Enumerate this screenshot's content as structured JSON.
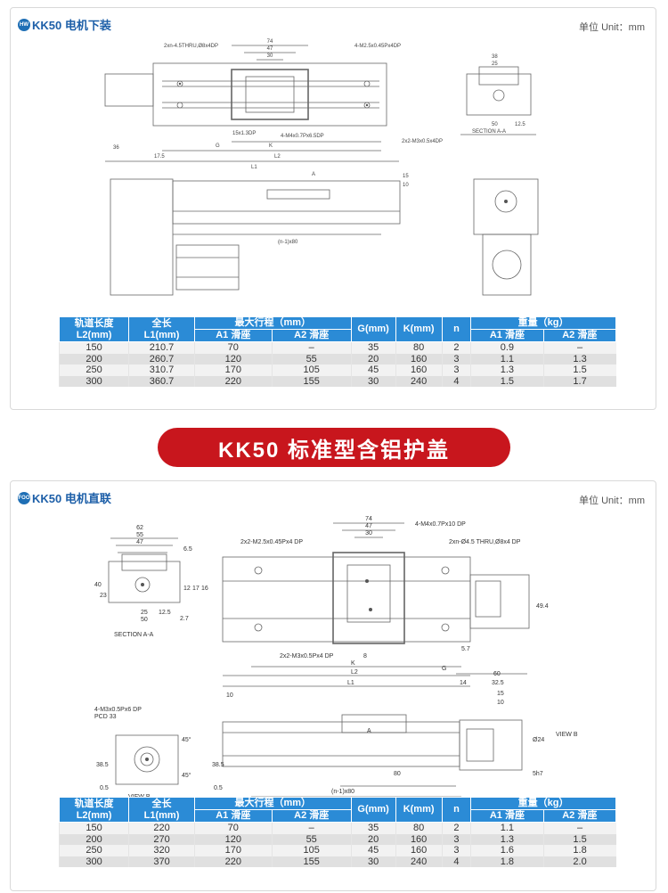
{
  "top": {
    "badge": "HW",
    "title": "KK50 电机下装",
    "unit": "单位 Unit：mm",
    "labels": {
      "d74": "74",
      "d47": "47",
      "d30": "30",
      "hole1": "2xn-4.5THRU,Ø8x4DP",
      "hole2": "4-M2.5x0.45Px4DP",
      "hole3": "15x1.3DP",
      "hole4": "4-M4x0.7Px6.5DP",
      "hole5": "2x2-M3x0.5x4DP",
      "d36": "36",
      "d17_5": "17.5",
      "g": "G",
      "k": "K",
      "l2": "L2",
      "l1": "L1",
      "sec": "SECTION A-A",
      "s38": "38",
      "s25": "25",
      "s50": "50",
      "s12_5": "12.5",
      "a": "A",
      "n1x80": "(n-1)x80",
      "d15": "15",
      "d10": "10"
    },
    "table": {
      "headers": [
        "轨道长度\nL2(mm)",
        "全长\nL1(mm)",
        "最大行程（mm）",
        "G(mm)",
        "K(mm)",
        "n",
        "重量（kg）"
      ],
      "sub": [
        "A1 滑座",
        "A2 滑座",
        "A1 滑座",
        "A2 滑座"
      ],
      "rows": [
        [
          "150",
          "210.7",
          "70",
          "–",
          "35",
          "80",
          "2",
          "0.9",
          "–"
        ],
        [
          "200",
          "260.7",
          "120",
          "55",
          "20",
          "160",
          "3",
          "1.1",
          "1.3"
        ],
        [
          "250",
          "310.7",
          "170",
          "105",
          "45",
          "160",
          "3",
          "1.3",
          "1.5"
        ],
        [
          "300",
          "360.7",
          "220",
          "155",
          "30",
          "240",
          "4",
          "1.5",
          "1.7"
        ]
      ]
    }
  },
  "banner": "KK50 标准型含铝护盖",
  "bottom": {
    "badge": "FOO",
    "title": "KK50 电机直联",
    "unit": "单位 Unit：mm",
    "labels": {
      "s62": "62",
      "s55": "55",
      "s47": "47",
      "s6_5": "6.5",
      "s40": "40",
      "s23": "23",
      "s12": "12",
      "s17": "17",
      "s16": "16",
      "s25": "25",
      "s12_5": "12.5",
      "s2_7": "2.7",
      "s50": "50",
      "sec": "SECTION A-A",
      "d74": "74",
      "d47": "47",
      "d30": "30",
      "m4": "4-M4x0.7Px10 DP",
      "m25": "2x2-M2.5x0.45Px4 DP",
      "hole": "2xn-Ø4.5 THRU,Ø8x4 DP",
      "m3": "2x2-M3x0.5Px4 DP",
      "d8": "8",
      "d5_7": "5.7",
      "d49_4": "49.4",
      "k": "K",
      "g": "G",
      "l2": "L2",
      "l1": "L1",
      "pcd1": "4-M3x0.5Px6 DP",
      "pcd2": "PCD 33",
      "d38_5a": "38.5",
      "d38_5b": "38.5",
      "d0_5a": "0.5",
      "d0_5b": "0.5",
      "d45a": "45°",
      "d45b": "45°",
      "viewb": "VIEW B",
      "viewb2": "VIEW B",
      "d10": "10",
      "a": "A",
      "d80": "80",
      "n1x80": "(n-1)x80",
      "d60": "60",
      "d14": "14",
      "d32_5": "32.5",
      "d15": "15",
      "d10b": "10",
      "phi24": "Ø24",
      "d5h7": "5h7",
      "phi": "Ø"
    },
    "table": {
      "headers": [
        "轨道长度\nL2(mm)",
        "全长\nL1(mm)",
        "最大行程（mm）",
        "G(mm)",
        "K(mm)",
        "n",
        "重量（kg）"
      ],
      "sub": [
        "A1 滑座",
        "A2 滑座",
        "A1 滑座",
        "A2 滑座"
      ],
      "rows": [
        [
          "150",
          "220",
          "70",
          "–",
          "35",
          "80",
          "2",
          "1.1",
          "–"
        ],
        [
          "200",
          "270",
          "120",
          "55",
          "20",
          "160",
          "3",
          "1.3",
          "1.5"
        ],
        [
          "250",
          "320",
          "170",
          "105",
          "45",
          "160",
          "3",
          "1.6",
          "1.8"
        ],
        [
          "300",
          "370",
          "220",
          "155",
          "30",
          "240",
          "4",
          "1.8",
          "2.0"
        ]
      ]
    }
  }
}
